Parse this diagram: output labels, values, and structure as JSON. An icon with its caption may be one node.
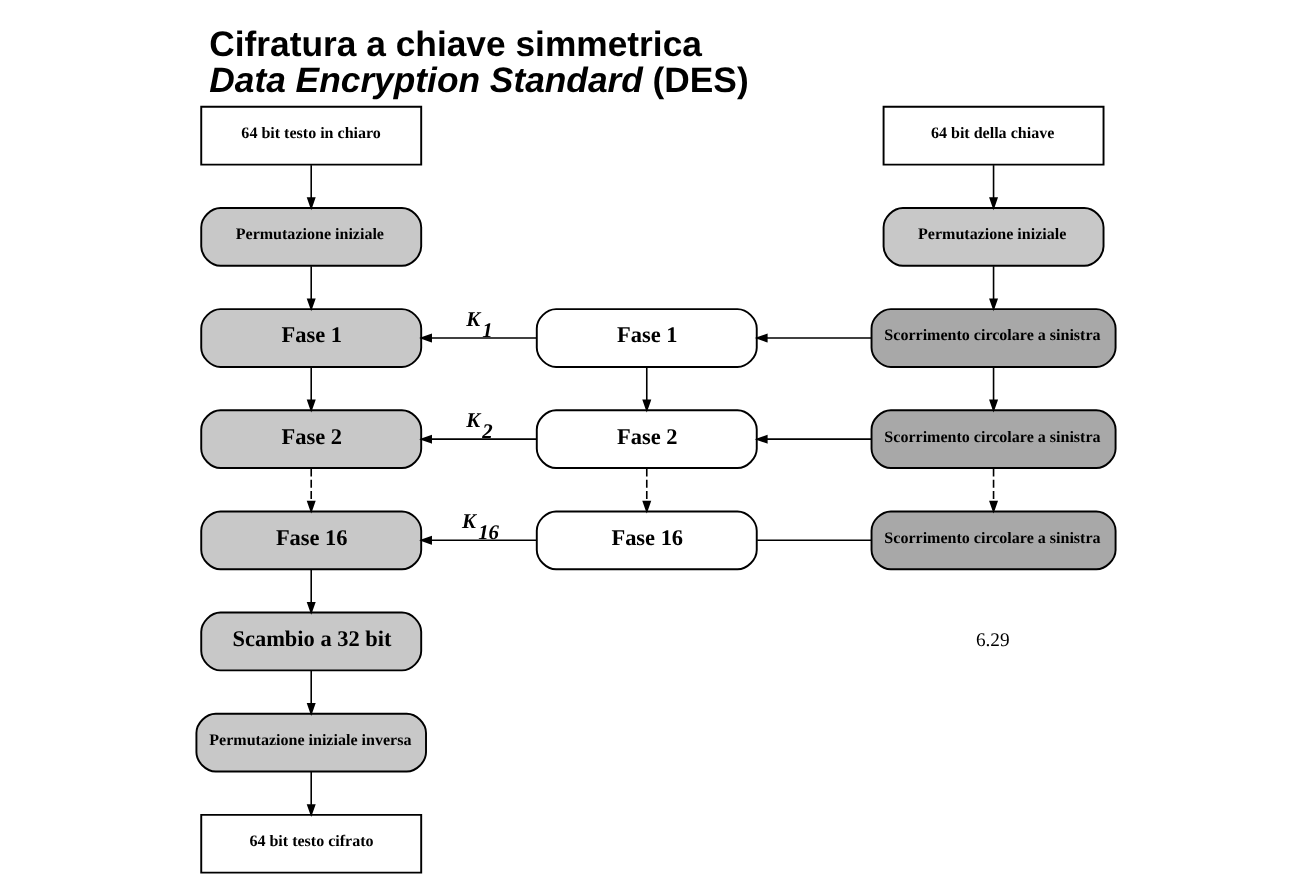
{
  "diagram": {
    "title": "Cifratura a chiave simmetrica *Data Encryption Standard* (DES)",
    "nodes": [
      {
        "text": [
          "64 bit testo in chiaro"
        ]
      },
      {
        "text": [
          "Permutazione iniziale"
        ]
      },
      {
        "text": [
          "Fase 1"
        ]
      },
      {
        "text": [
          "Fase 2"
        ]
      },
      {
        "text": [
          "Fase 16"
        ]
      },
      {
        "text": [
          "Scambio a 32 bit"
        ]
      },
      {
        "text": [
          "Permutazione iniziale inversa"
        ]
      },
      {
        "text": [
          "64 bit testo cifrato"
        ]
      },
      {
        "text": [
          "64 bit della chiave"
        ]
      },
      {
        "text": [
          "Permutazione iniziale"
        ]
      },
      {
        "text": [
          "Fase 1"
        ]
      },
      {
        "text": [
          "Scorrimento circolare a sinistra"
        ]
      },
      {
        "text": [
          "Fase 2"
        ]
      },
      {
        "text": [
          "Scorrimento circolare a sinistra"
        ]
      },
      {
        "text": [
          "Fase 16"
        ]
      },
      {
        "text": [
          "Scorrimento circolare a sinistra"
        ]
      }
    ],
    "edges": [
      {
        "from": 0,
        "to": 1,
        "arrow": "to"
      },
      {
        "from": 1,
        "to": 2,
        "arrow": "to"
      },
      {
        "from": 2,
        "to": 3,
        "arrow": "to"
      },
      {
        "from": 3,
        "to": 4,
        "arrow": "to",
        "style": "dashed"
      },
      {
        "from": 4,
        "to": 5,
        "arrow": "to"
      },
      {
        "from": 5,
        "to": 6,
        "arrow": "to"
      },
      {
        "from": 6,
        "to": 7,
        "arrow": "to"
      },
      {
        "from": 8,
        "to": 9,
        "arrow": "to"
      },
      {
        "from": 9,
        "to": 11,
        "arrow": "to"
      },
      {
        "from": 11,
        "to": 13,
        "arrow": "to"
      },
      {
        "from": 13,
        "to": 15,
        "arrow": "to",
        "style": "dashed"
      },
      {
        "from": 11,
        "to": 10,
        "arrow": "to"
      },
      {
        "from": 13,
        "to": 12,
        "arrow": "to"
      },
      {
        "from": 15,
        "to": 14,
        "arrow": "none"
      },
      {
        "from": 10,
        "to": 12,
        "arrow": "to"
      },
      {
        "from": 12,
        "to": 14,
        "arrow": "to",
        "style": "dashed"
      },
      {
        "from": 10,
        "to": 2,
        "arrow": "to",
        "label": "K$_{1}$"
      },
      {
        "from": 12,
        "to": 3,
        "arrow": "to",
        "label": "K$_{2}$"
      },
      {
        "from": 14,
        "to": 4,
        "arrow": "to",
        "label": "K$_{16}$"
      }
    ],
    "labels": [
      "6.29"
    ]
  }
}
